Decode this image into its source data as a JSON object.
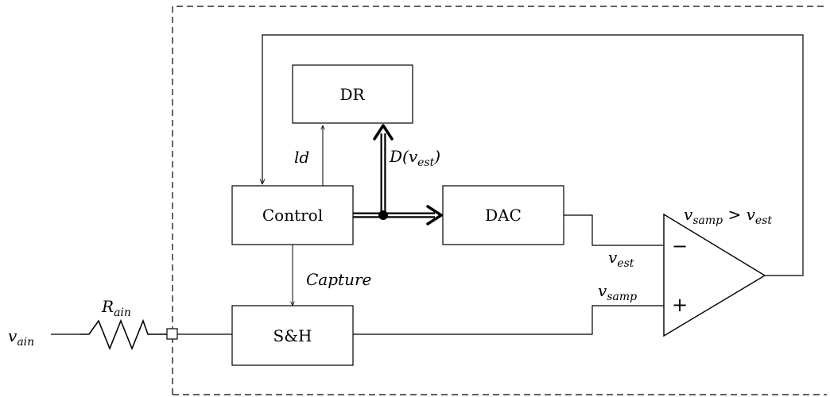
{
  "blocks": {
    "dr": "DR",
    "control": "Control",
    "dac": "DAC",
    "sample_hold": "S&H"
  },
  "signals": {
    "ld": "ld",
    "capture": "Capture",
    "digital_word_main": "D(v",
    "digital_word_sub": "est",
    "digital_word_close": ")",
    "v_est_main": "v",
    "v_est_sub": "est",
    "v_samp_main": "v",
    "v_samp_sub": "samp",
    "compare_main_a": "v",
    "compare_sub_a": "samp",
    "compare_op": " > v",
    "compare_sub_b": "est",
    "input_main": "v",
    "input_sub": "ain",
    "resistor_main": "R",
    "resistor_sub": "ain"
  },
  "comparator": {
    "minus": "−",
    "plus": "+"
  }
}
